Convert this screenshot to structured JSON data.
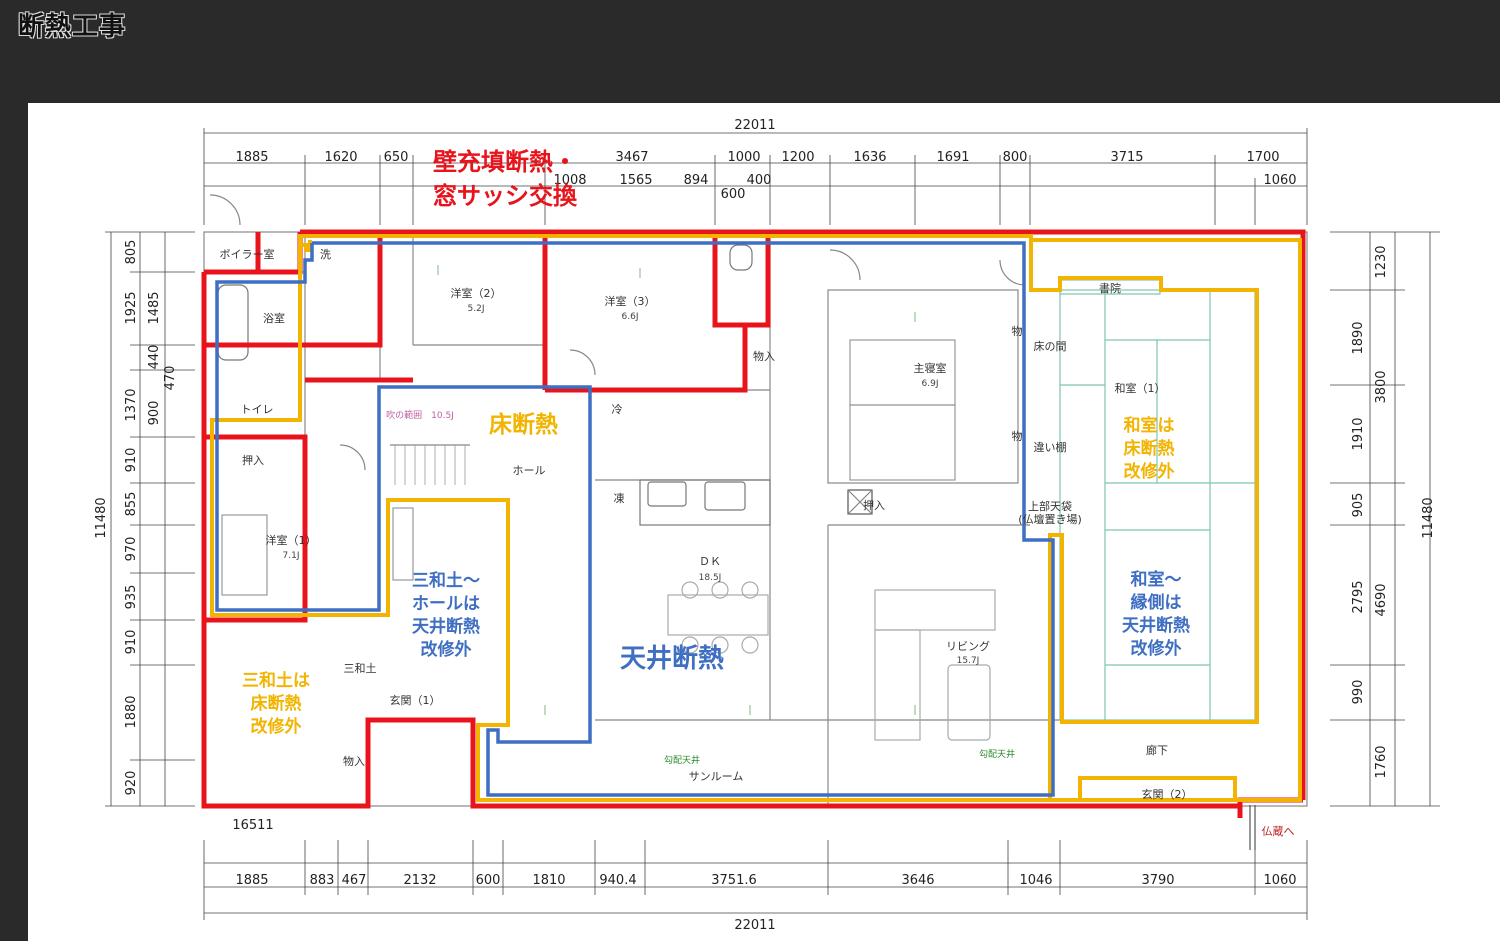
{
  "title": "断熱工事",
  "dimensions": {
    "total_top": "22011",
    "top_row": [
      "1885",
      "1620",
      "650",
      "3467",
      "1000",
      "1200",
      "1636",
      "1691",
      "800",
      "3715",
      "1700"
    ],
    "top_row2": [
      "1008",
      "1565",
      "894",
      "400",
      "600",
      "1060"
    ],
    "bottom_row": [
      "1885",
      "883",
      "467",
      "2132",
      "600",
      "1810",
      "940.4",
      "3751.6",
      "3646",
      "1046",
      "3790",
      "1060"
    ],
    "total_bottom": "22011",
    "left_col": [
      "805",
      "1925",
      "1485",
      "440",
      "470",
      "1370",
      "900",
      "910",
      "855",
      "970",
      "935",
      "910",
      "1880",
      "920"
    ],
    "left_total": "11480",
    "right_col": [
      "1230",
      "1890",
      "3800",
      "1910",
      "905",
      "2795",
      "4690",
      "990",
      "1760"
    ],
    "right_total": "11480",
    "bottom_left_small": "16511"
  },
  "annotations": {
    "wall": [
      "壁充填断熱・",
      "窓サッシ交換"
    ],
    "floor": "床断熱",
    "ceiling": "天井断熱",
    "tataki_entry": [
      "三和土〜",
      "ホールは",
      "天井断熱",
      "改修外"
    ],
    "tataki": [
      "三和土は",
      "床断熱",
      "改修外"
    ],
    "washitsu_floor": [
      "和室は",
      "床断熱",
      "改修外"
    ],
    "washitsu_ceiling": [
      "和室〜",
      "縁側は",
      "天井断熱",
      "改修外"
    ]
  },
  "rooms": {
    "boiler": "ボイラー室",
    "sen": "洗",
    "bath": "浴室",
    "toilet": "トイレ",
    "oshiire1": "押入",
    "yoshitsu1": "洋室（1）",
    "yoshitsu1_area": "7.1J",
    "yoshitsu2": "洋室（2）",
    "yoshitsu2_area": "5.2J",
    "yoshitsu3": "洋室（3）",
    "yoshitsu3_area": "6.6J",
    "monoire1": "物入",
    "shushinshitsu": "主寝室",
    "shushinshitsu_area": "6.9J",
    "rei": "冷",
    "tou": "凍",
    "hall": "ホール",
    "range": "吹の範囲　10.5J",
    "dk": "ＤＫ",
    "dk_area": "18.5J",
    "living": "リビング",
    "living_area": "15.7J",
    "oshiire2": "押入",
    "tataki": "三和土",
    "genkan1": "玄関（1）",
    "monoire2": "物入",
    "sunroom": "サンルーム",
    "koubai1": "勾配天井",
    "koubai2": "勾配天井",
    "shoin": "書院",
    "tokonoma": "床の間",
    "mono_a": "物",
    "mono_b": "物",
    "chigai": "違い棚",
    "wa1": "和室（1）",
    "tenbukuro": "上部天袋",
    "butsudan": "(仏壇置き場)",
    "roka": "廊下",
    "genkan2": "玄関（2）",
    "butsuzo": "仏蔵へ"
  },
  "colors": {
    "wall_insulation": "#e8141c",
    "floor_insulation": "#f2b400",
    "ceiling_insulation": "#3f6fc2"
  }
}
